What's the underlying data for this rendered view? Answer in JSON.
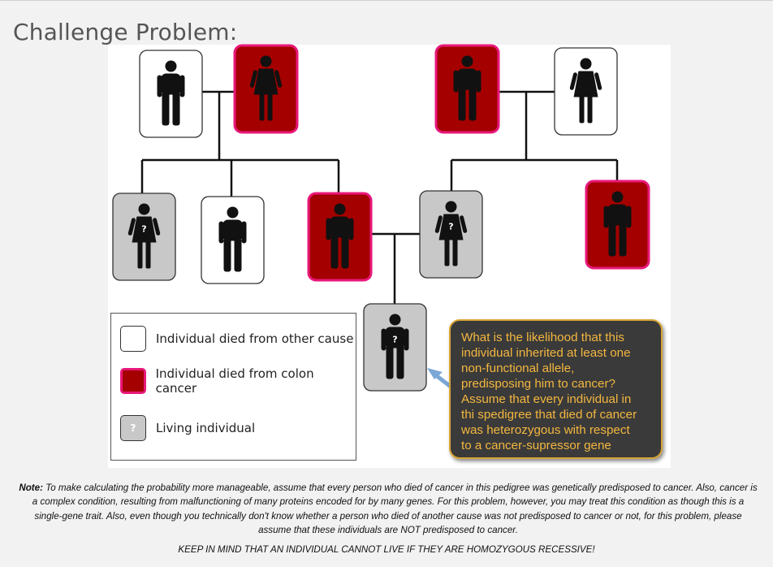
{
  "title": "Challenge Problem:",
  "colors": {
    "died_other": "#ffffff",
    "died_cancer": "#a50000",
    "living": "#c8c8c8",
    "highlight_border": "#e8187a",
    "figure": "#111111",
    "callout_bg": "#3a3a3a",
    "callout_text": "#f4b73f"
  },
  "pedigree": {
    "individuals": [
      {
        "id": "gen1-left-male",
        "sex": "male",
        "status": "died_other",
        "mark": ""
      },
      {
        "id": "gen1-left-female",
        "sex": "female",
        "status": "died_cancer",
        "mark": ""
      },
      {
        "id": "gen1-right-male",
        "sex": "male",
        "status": "died_cancer",
        "mark": ""
      },
      {
        "id": "gen1-right-female",
        "sex": "female",
        "status": "died_other",
        "mark": ""
      },
      {
        "id": "gen2-female-1",
        "sex": "female",
        "status": "living",
        "mark": "?"
      },
      {
        "id": "gen2-male-2",
        "sex": "male",
        "status": "died_other",
        "mark": ""
      },
      {
        "id": "gen2-male-3",
        "sex": "male",
        "status": "died_cancer",
        "mark": ""
      },
      {
        "id": "gen2-female-4",
        "sex": "female",
        "status": "living",
        "mark": "?"
      },
      {
        "id": "gen2-male-5",
        "sex": "male",
        "status": "died_cancer",
        "mark": ""
      },
      {
        "id": "gen3-male",
        "sex": "male",
        "status": "living",
        "mark": "?"
      }
    ]
  },
  "legend": {
    "items": [
      {
        "label": "Individual died from other cause",
        "status": "died_other",
        "mark": ""
      },
      {
        "label": "Individual died from colon cancer",
        "status": "died_cancer",
        "mark": ""
      },
      {
        "label": "Living individual",
        "status": "living",
        "mark": "?"
      }
    ]
  },
  "callout": {
    "lines": [
      "What is the likelihood that this",
      "individual inherited at least one",
      "non-functional allele,",
      "predisposing him to cancer?",
      "Assume that every individual in",
      "thi spedigree that died of cancer",
      "was heterozygous with respect",
      "to a cancer-supressor gene"
    ]
  },
  "note": {
    "label": "Note:",
    "text": " To make calculating the probability more manageable, assume that every person who died of cancer in this pedigree was genetically predisposed to cancer. Also, cancer is a complex condition, resulting from malfunctioning of many proteins encoded for by many genes. For this problem, however, you may treat this condition as though this is a single-gene trait. Also, even though you technically don't know whether a person who died of another cause was not predisposed to cancer or not, for this problem, please assume that these individuals are NOT predisposed to cancer."
  },
  "reminder": "KEEP IN MIND THAT AN INDIVIDUAL CANNOT LIVE IF THEY ARE HOMOZYGOUS RECESSIVE!"
}
